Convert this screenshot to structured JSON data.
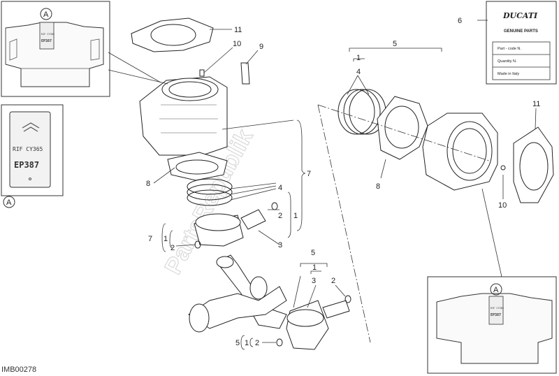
{
  "watermark": "PartsRepublik",
  "figure_code": "IMB00278",
  "genuine_parts_label": {
    "brand": "DUCATI",
    "title": "GENUINE PARTS",
    "rows": [
      "Part - code N.",
      "Quantity N.",
      "Made in Italy"
    ]
  },
  "inset_top_left": {
    "marker": "A",
    "tag_line1": "RIF CY365",
    "tag_line2": "EP387"
  },
  "inset_detail": {
    "line1": "RIF  CY365",
    "line2": "EP387",
    "marker": "A"
  },
  "inset_bottom_right": {
    "marker": "A",
    "tag_line1": "RIF CY365",
    "tag_line2": "EP387"
  },
  "callouts": {
    "c6": "6",
    "c11_top": "11",
    "c10_top": "10",
    "c9": "9",
    "c8_left": "8",
    "c7_right": "7",
    "c4_left": "4",
    "c2_left": "2",
    "c1_left": "1",
    "c3_left": "3",
    "c7_left": "7",
    "c1_left2": "1",
    "c2_left2": "2",
    "c5_top": "5",
    "c1_top": "1",
    "c4_top": "4",
    "c8_right": "8",
    "c11_right": "11",
    "c10_right": "10",
    "c5_mid": "5",
    "c1_mid": "1",
    "c3_mid": "3",
    "c2_mid": "2",
    "c5_bot": "5",
    "c1_bot": "1",
    "c2_bot": "2"
  }
}
